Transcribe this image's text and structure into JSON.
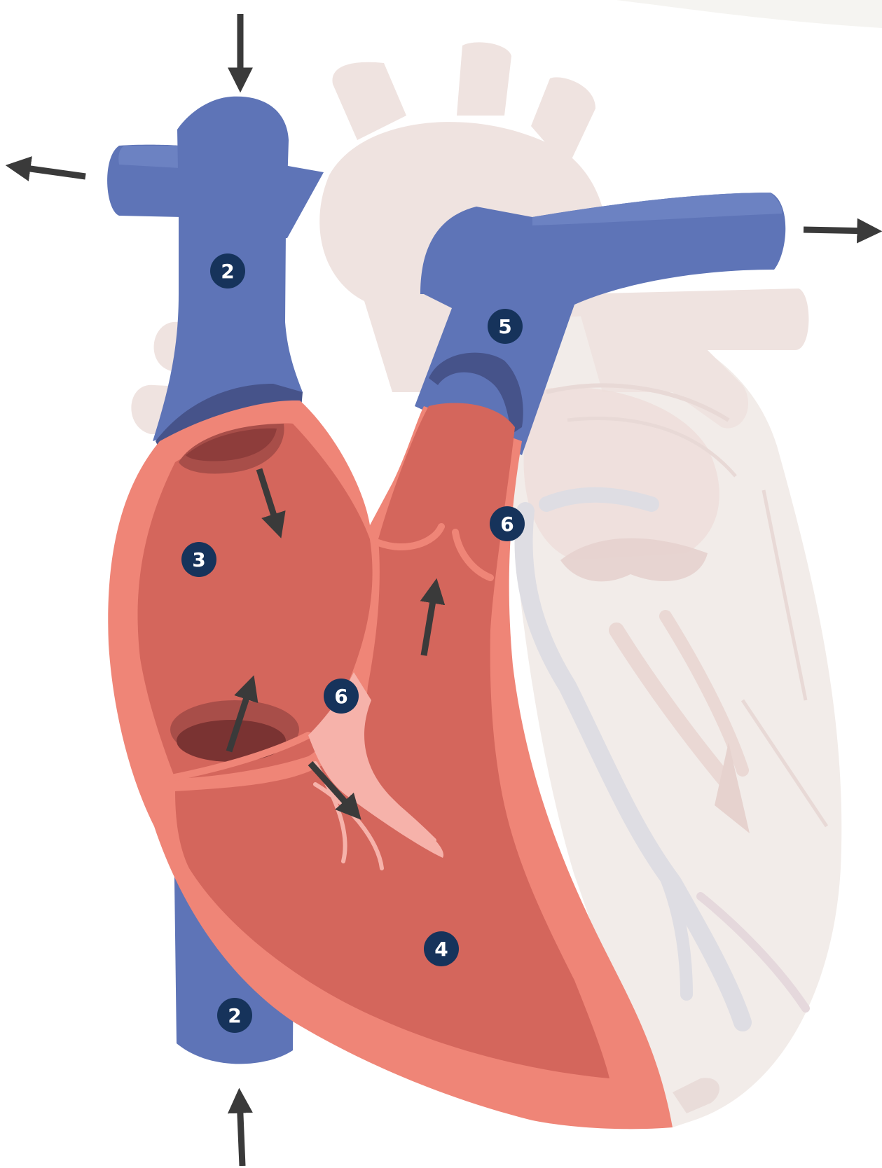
{
  "colors": {
    "vein_blue": "#5E74B7",
    "vein_blue_dark": "#46538A",
    "heart_wall": "#EF8577",
    "chamber": "#D4665C",
    "chamber_dark": "#A84E49",
    "valve_shadow": "#8E3D3B",
    "tendon_pink": "#F6B2AA",
    "faded_heart": "#EFE3E0",
    "faded_vessel": "#DEDDE3",
    "badge": "#16335B",
    "arrow": "#3A3A3A"
  },
  "labels": {
    "svc": "2",
    "ivc": "2",
    "right_atrium": "3",
    "right_ventricle": "4",
    "pulmonary_artery": "5",
    "pulmonary_valve": "6",
    "tricuspid_valve": "6"
  },
  "arrows": [
    "svc-inflow-arrow",
    "ivc-inflow-arrow",
    "left-branch-outflow-arrow",
    "right-branch-outflow-arrow",
    "atrium-inner-arrow",
    "tricuspid-flow-arrow",
    "ventricle-flow-arrow",
    "outflow-tract-arrow"
  ]
}
